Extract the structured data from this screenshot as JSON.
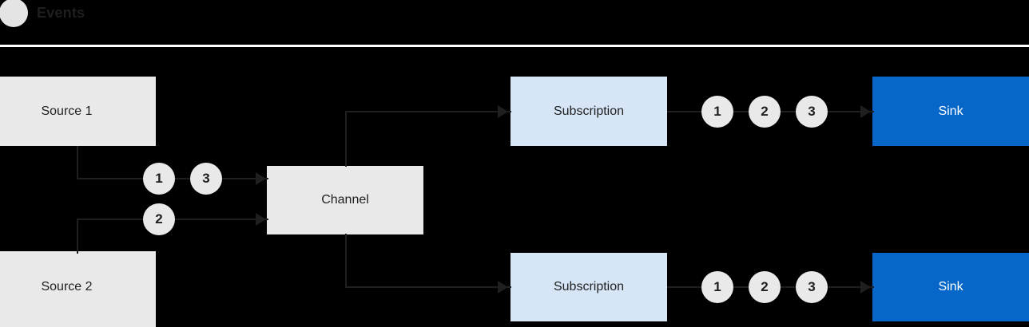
{
  "header": {
    "legend_icon": "event-dot",
    "title": "Events",
    "divider_color": "#ffffff"
  },
  "colors": {
    "background": "#000000",
    "source_box": "#e9e9e9",
    "channel_box": "#e9e9e9",
    "subscription_box": "#d6e6f7",
    "sink_box": "#0667c8",
    "sink_text": "#ffffff",
    "badge_fill": "#e9e9e9",
    "connector": "#1f1f1f",
    "text": "#1f1f1f"
  },
  "diagram": {
    "type": "flow-diagram",
    "nodes": [
      {
        "id": "source1",
        "label": "Source 1",
        "kind": "source"
      },
      {
        "id": "source2",
        "label": "Source 2",
        "kind": "source"
      },
      {
        "id": "channel",
        "label": "Channel",
        "kind": "channel"
      },
      {
        "id": "subscription1",
        "label": "Subscription",
        "kind": "subscription"
      },
      {
        "id": "subscription2",
        "label": "Subscription",
        "kind": "subscription"
      },
      {
        "id": "sink1",
        "label": "Sink",
        "kind": "sink"
      },
      {
        "id": "sink2",
        "label": "Sink",
        "kind": "sink"
      }
    ],
    "event_badges": {
      "source1_to_channel": [
        "1",
        "3"
      ],
      "source2_to_channel": [
        "2"
      ],
      "subscription1_to_sink1": [
        "1",
        "2",
        "3"
      ],
      "subscription2_to_sink2": [
        "1",
        "2",
        "3"
      ]
    },
    "edges": [
      {
        "from": "source1",
        "to": "channel",
        "events": [
          "1",
          "3"
        ]
      },
      {
        "from": "source2",
        "to": "channel",
        "events": [
          "2"
        ]
      },
      {
        "from": "channel",
        "to": "subscription1",
        "events": []
      },
      {
        "from": "channel",
        "to": "subscription2",
        "events": []
      },
      {
        "from": "subscription1",
        "to": "sink1",
        "events": [
          "1",
          "2",
          "3"
        ]
      },
      {
        "from": "subscription2",
        "to": "sink2",
        "events": [
          "1",
          "2",
          "3"
        ]
      }
    ]
  }
}
